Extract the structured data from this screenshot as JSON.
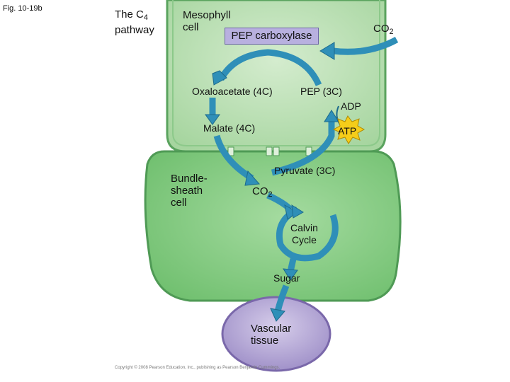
{
  "figure_label": "Fig. 10-19b",
  "title": {
    "line1": "The C",
    "subscript": "4",
    "line2": "pathway"
  },
  "cells": {
    "mesophyll": {
      "line1": "Mesophyll",
      "line2": "cell"
    },
    "bundle_sheath": {
      "line1": "Bundle-",
      "line2": "sheath",
      "line3": "cell"
    },
    "vascular": {
      "line1": "Vascular",
      "line2": "tissue"
    }
  },
  "enzyme": "PEP carboxylase",
  "molecules": {
    "co2_top": {
      "text": "CO",
      "subscript": "2"
    },
    "oxaloacetate": "Oxaloacetate (4C)",
    "pep": "PEP (3C)",
    "adp": "ADP",
    "malate": "Malate (4C)",
    "atp": "ATP",
    "pyruvate": "Pyruvate (3C)",
    "co2_mid": {
      "text": "CO",
      "subscript": "2"
    },
    "calvin": {
      "line1": "Calvin",
      "line2": "Cycle"
    },
    "sugar": "Sugar"
  },
  "copyright": "Copyright © 2008 Pearson Education, Inc., publishing as Pearson Benjamin Cummings.",
  "colors": {
    "mesophyll_fill": "#b9dfb3",
    "bundle_fill": "#8fcf8b",
    "cell_border": "#4f9a55",
    "vascular_fill": "#b7a8d6",
    "vascular_border": "#7a68aa",
    "arrow": "#2f8fb8",
    "arrow_dark": "#1c6a8c",
    "enzyme_box": "#b8b0df",
    "atp_burst": "#f5cd1a"
  }
}
